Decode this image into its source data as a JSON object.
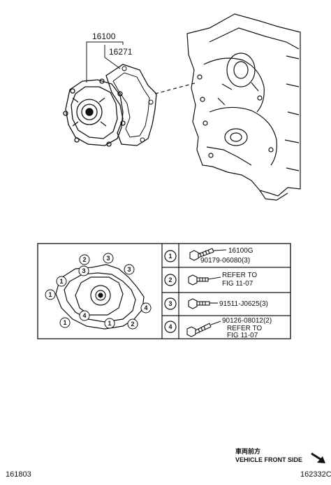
{
  "callouts": {
    "assembly": "16100",
    "gasket": "16271"
  },
  "legend": {
    "rows": [
      {
        "circle": "1",
        "lines": [
          "16100G",
          "90179-06080(3)"
        ]
      },
      {
        "circle": "2",
        "lines": [
          "REFER TO",
          "FIG   11-07"
        ]
      },
      {
        "circle": "3",
        "lines": [
          "91511-J0625(3)"
        ]
      },
      {
        "circle": "4",
        "lines": [
          "90126-08012(2)",
          "REFER TO",
          "FIG   11-07"
        ]
      }
    ]
  },
  "pump_bolt_markers": [
    "2",
    "3",
    "3",
    "1",
    "1",
    "1",
    "4",
    "1",
    "3",
    "2",
    "4"
  ],
  "direction": {
    "jp": "車両前方",
    "en": "VEHICLE FRONT SIDE"
  },
  "footer": {
    "left": "161803",
    "right": "162332C"
  }
}
